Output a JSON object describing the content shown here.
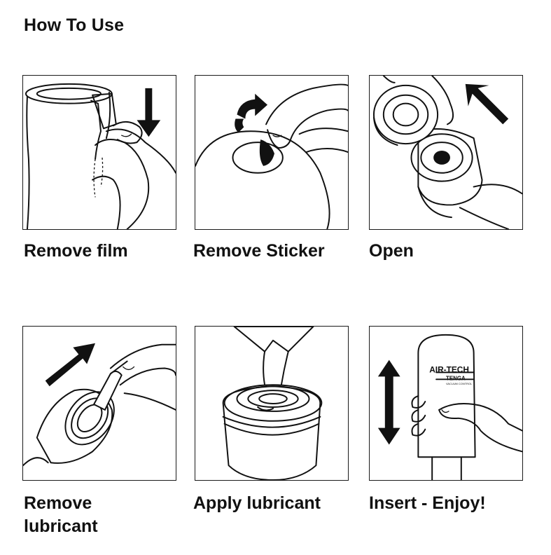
{
  "page": {
    "title": "How To Use"
  },
  "steps": [
    {
      "caption": "Remove film",
      "icon": "remove-film-illustration"
    },
    {
      "caption": "Remove Sticker",
      "icon": "remove-sticker-illustration"
    },
    {
      "caption": "Open",
      "icon": "open-cap-illustration"
    },
    {
      "caption": "Remove\nlubricant",
      "caption_lines": [
        "Remove",
        "lubricant"
      ],
      "icon": "remove-lubricant-illustration"
    },
    {
      "caption": "Apply lubricant",
      "icon": "apply-lubricant-illustration"
    },
    {
      "caption": "Insert - Enjoy!",
      "icon": "insert-illustration"
    }
  ],
  "product": {
    "brand": "AIR-TECH",
    "sub_brand": "TENGA",
    "tagline": "VACUUM CONTROL"
  },
  "colors": {
    "ink": "#111111",
    "background": "#ffffff"
  }
}
